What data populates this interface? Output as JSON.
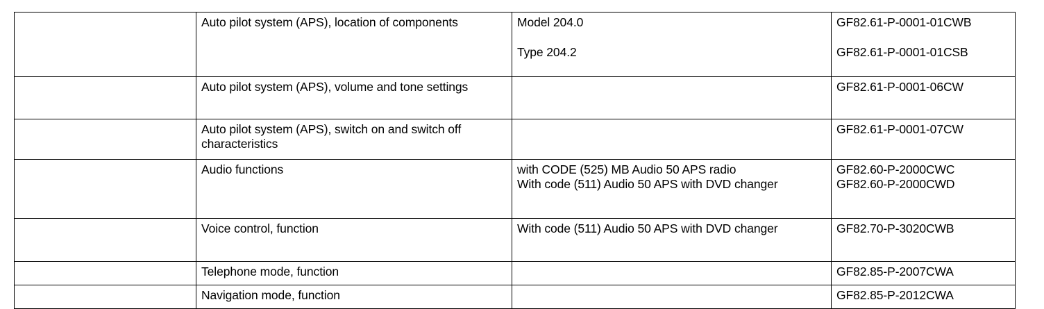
{
  "document": {
    "type": "table",
    "background_color": "#ffffff",
    "text_color": "#000000",
    "border_color": "#000000"
  },
  "table": {
    "column_count": 4,
    "row_count": 7,
    "columns": [
      {
        "name": "index-column",
        "header": ""
      },
      {
        "name": "function-column",
        "header": ""
      },
      {
        "name": "variant-column",
        "header": ""
      },
      {
        "name": "document-number-column",
        "header": ""
      }
    ],
    "rows": [
      {
        "index": "",
        "function": "Auto pilot system (APS), location of components",
        "variant_line1": "Model 204.0",
        "variant_line2": "Type 204.2",
        "doc_line1": "GF82.61-P-0001-01CWB",
        "doc_line2": "GF82.61-P-0001-01CSB"
      },
      {
        "index": "",
        "function": "Auto pilot system (APS), volume and tone settings",
        "variant_line1": "",
        "variant_line2": "",
        "doc_line1": "GF82.61-P-0001-06CW",
        "doc_line2": ""
      },
      {
        "index": "",
        "function": "Auto pilot system (APS), switch on and switch off characteristics",
        "variant_line1": "",
        "variant_line2": "",
        "doc_line1": "GF82.61-P-0001-07CW",
        "doc_line2": ""
      },
      {
        "index": "",
        "function": "Audio functions",
        "variant_line1": "with CODE (525) MB Audio 50 APS radio",
        "variant_line2": "With code (511) Audio 50 APS with DVD changer",
        "doc_line1": "GF82.60-P-2000CWC",
        "doc_line2": "GF82.60-P-2000CWD"
      },
      {
        "index": "",
        "function": "Voice control, function",
        "variant_line1": "With code (511) Audio 50 APS with DVD changer",
        "variant_line2": "",
        "doc_line1": "GF82.70-P-3020CWB",
        "doc_line2": ""
      },
      {
        "index": "",
        "function": "Telephone mode, function",
        "variant_line1": "",
        "variant_line2": "",
        "doc_line1": "GF82.85-P-2007CWA",
        "doc_line2": ""
      },
      {
        "index": "",
        "function": "Navigation mode, function",
        "variant_line1": "",
        "variant_line2": "",
        "doc_line1": "GF82.85-P-2012CWA",
        "doc_line2": ""
      }
    ]
  }
}
